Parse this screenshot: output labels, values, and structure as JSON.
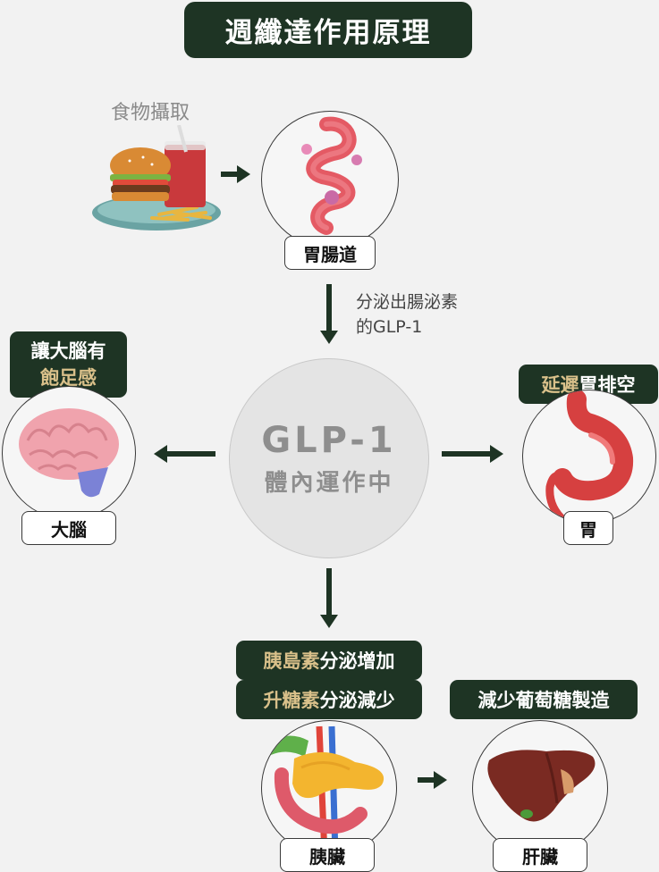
{
  "title": "週纖達作用原理",
  "food_caption": "食物攝取",
  "gut_label": "胃腸道",
  "secretion_note": {
    "line1": "分泌出腸泌素",
    "line2": "的GLP-1"
  },
  "center": {
    "main": "GLP-1",
    "sub": "體內運作中"
  },
  "brain": {
    "tag_line1": "讓大腦有",
    "tag_line2": "飽足感",
    "label": "大腦"
  },
  "stomach": {
    "tag_highlight": "延遲",
    "tag_rest": "胃排空",
    "label": "胃"
  },
  "pancreas": {
    "tag1_highlight": "胰島素",
    "tag1_rest": "分泌增加",
    "tag2_highlight": "升糖素",
    "tag2_rest": "分泌減少",
    "label": "胰臟"
  },
  "liver": {
    "tag": "減少葡萄糖製造",
    "label": "肝臟"
  },
  "colors": {
    "dark_green": "#1e3424",
    "highlight_gold": "#d9c08a",
    "background": "#f2f2f2"
  },
  "icons": [
    "burger-fries-drink-icon",
    "intestine-icon",
    "brain-icon",
    "stomach-icon",
    "pancreas-icon",
    "liver-icon",
    "arrow-icon"
  ]
}
